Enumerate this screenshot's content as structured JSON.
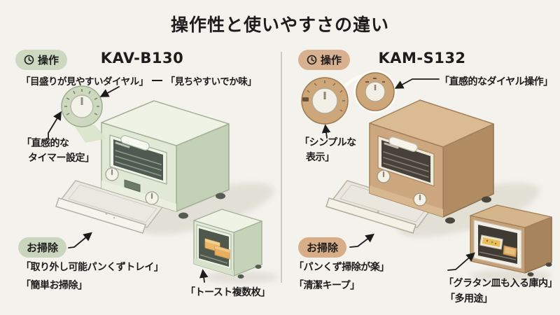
{
  "title": "操作性と使いやすさの違い",
  "colors": {
    "background": "#f3f2ed",
    "text": "#1c1c1c",
    "left_accent": "#ccd8c0",
    "right_accent": "#d8b190",
    "left_body": "#e0e9d5",
    "right_body": "#cda87f"
  },
  "icons": {
    "left_operation": "clock-icon",
    "right_operation": "clock-icon"
  },
  "left": {
    "model": "KAV-B130",
    "operation_badge": "操作",
    "cleaning_badge": "お掃除",
    "labels": {
      "dial": "「目盛りが見やすいダイヤル」",
      "dial_note": "「見ちやすいでか味」",
      "timer_line1": "「直感的な",
      "timer_line2": "タイマー設定」",
      "tray": "「取り外し可能パンくずトレイ」",
      "clean": "「簡単お掃除」",
      "toast": "「トースト複数枚」"
    }
  },
  "right": {
    "model": "KAM-S132",
    "operation_badge": "操作",
    "cleaning_badge": "お掃除",
    "labels": {
      "dial": "「直感的なダイヤル操作」",
      "display_line1": "「シンプルな",
      "display_line2": "表示」",
      "crumb": "「パンくず掃除が楽」",
      "clean": "「清潔キープ」",
      "gratin": "「グラタン皿も入る庫内」",
      "multi": "「多用途」"
    }
  }
}
